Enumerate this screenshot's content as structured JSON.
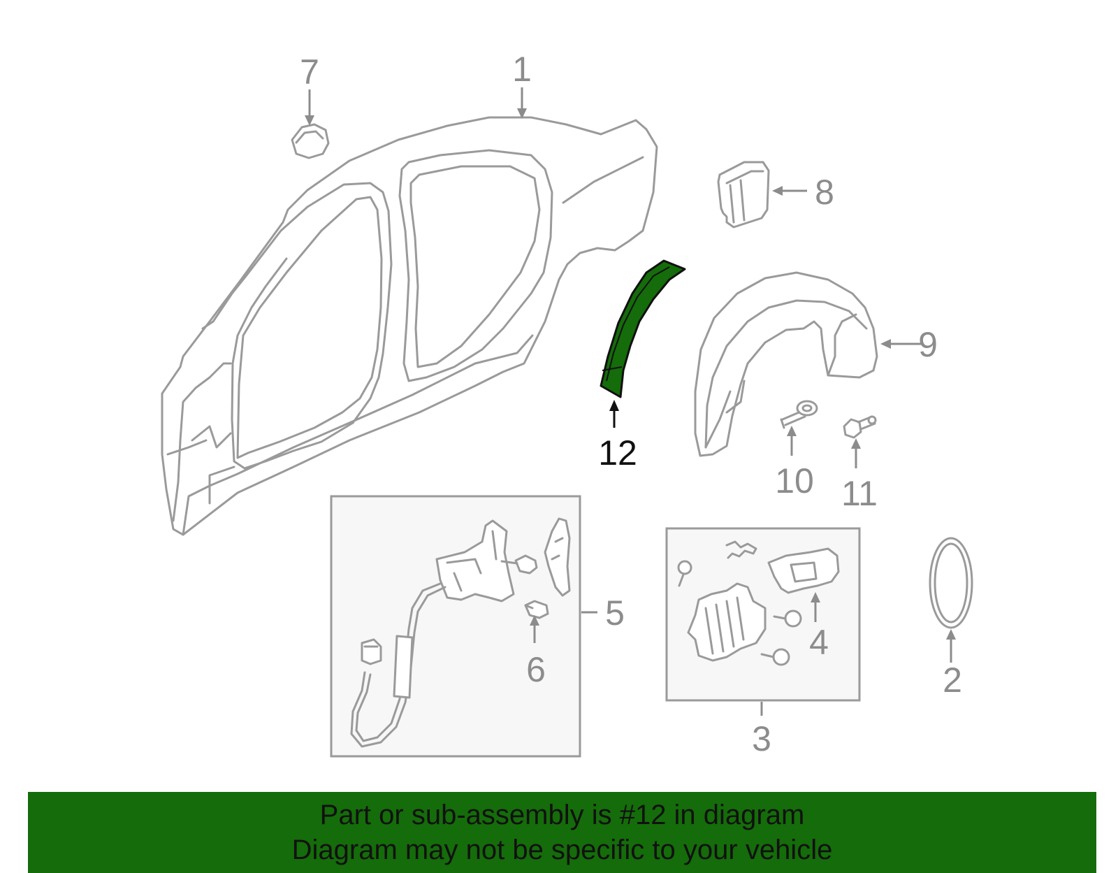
{
  "diagram": {
    "callouts": [
      {
        "id": "1",
        "label": "1"
      },
      {
        "id": "2",
        "label": "2"
      },
      {
        "id": "3",
        "label": "3"
      },
      {
        "id": "4",
        "label": "4"
      },
      {
        "id": "5",
        "label": "5"
      },
      {
        "id": "6",
        "label": "6"
      },
      {
        "id": "7",
        "label": "7"
      },
      {
        "id": "8",
        "label": "8"
      },
      {
        "id": "9",
        "label": "9"
      },
      {
        "id": "10",
        "label": "10"
      },
      {
        "id": "11",
        "label": "11"
      },
      {
        "id": "12",
        "label": "12"
      }
    ],
    "highlighted_part": "12",
    "colors": {
      "highlight": "#156c0a",
      "line": "#9a9a9a",
      "banner": "#156c0a"
    }
  },
  "banner": {
    "line1": "Part or sub-assembly is #12 in diagram",
    "line2": "Diagram may not be specific to your vehicle"
  }
}
